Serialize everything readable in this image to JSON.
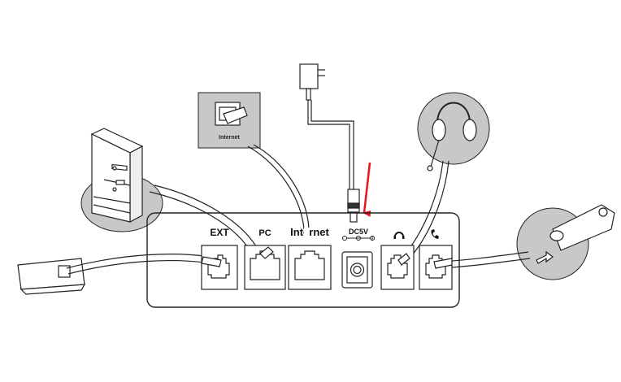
{
  "diagram": {
    "title": "Phone rear panel connection diagram",
    "ports": [
      {
        "id": "ext",
        "label": "EXT",
        "connects_to": "Expansion module"
      },
      {
        "id": "pc",
        "label": "PC",
        "connects_to": "PC"
      },
      {
        "id": "internet",
        "label": "Internet",
        "connects_to": "Internet (network wall jack)"
      },
      {
        "id": "dc",
        "label": "DC5V",
        "connects_to": "Power adapter"
      },
      {
        "id": "headset",
        "label": "",
        "icon": "headset-icon",
        "connects_to": "Headset"
      },
      {
        "id": "handset",
        "label": "",
        "icon": "handset-icon",
        "connects_to": "Handset"
      }
    ],
    "internet_jack_label": "Internet",
    "polarity_symbol": "⊖—◐—⊕",
    "arrow_color": "#e8141b",
    "callout_fill": "#c8c8c8"
  }
}
